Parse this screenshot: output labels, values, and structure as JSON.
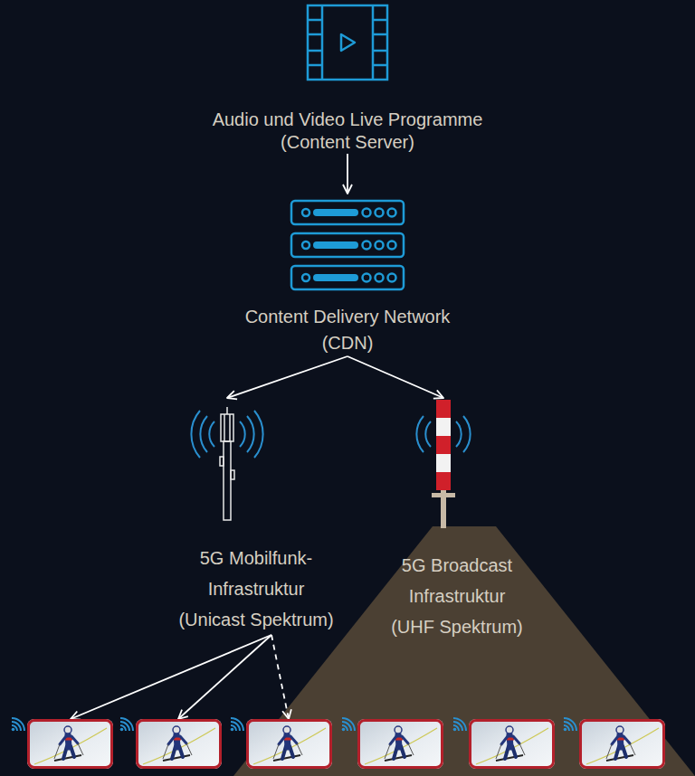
{
  "diagram": {
    "nodes": [
      {
        "text": [
          "Audio und Video Live Programme (Content Server)"
        ]
      },
      {
        "text": [
          "Content Delivery Network (CDN)"
        ]
      },
      {
        "text": [
          "5G Mobilfunk- Infrastruktur (Unicast Spektrum)"
        ]
      },
      {
        "text": [
          "5G Broadcast Infrastruktur (UHF Spektrum)"
        ]
      },
      {
        "text": []
      },
      {
        "text": []
      },
      {
        "text": []
      },
      {
        "text": []
      },
      {
        "text": []
      },
      {
        "text": []
      }
    ],
    "edges": [
      {
        "from": 0,
        "to": 1,
        "arrow": "to"
      },
      {
        "from": 1,
        "to": 2,
        "arrow": "to"
      },
      {
        "from": 1,
        "to": 3,
        "arrow": "to"
      },
      {
        "from": 2,
        "to": 4,
        "arrow": "to"
      },
      {
        "from": 2,
        "to": 5,
        "arrow": "to"
      },
      {
        "from": 2,
        "to": 6,
        "arrow": "to"
      }
    ]
  }
}
